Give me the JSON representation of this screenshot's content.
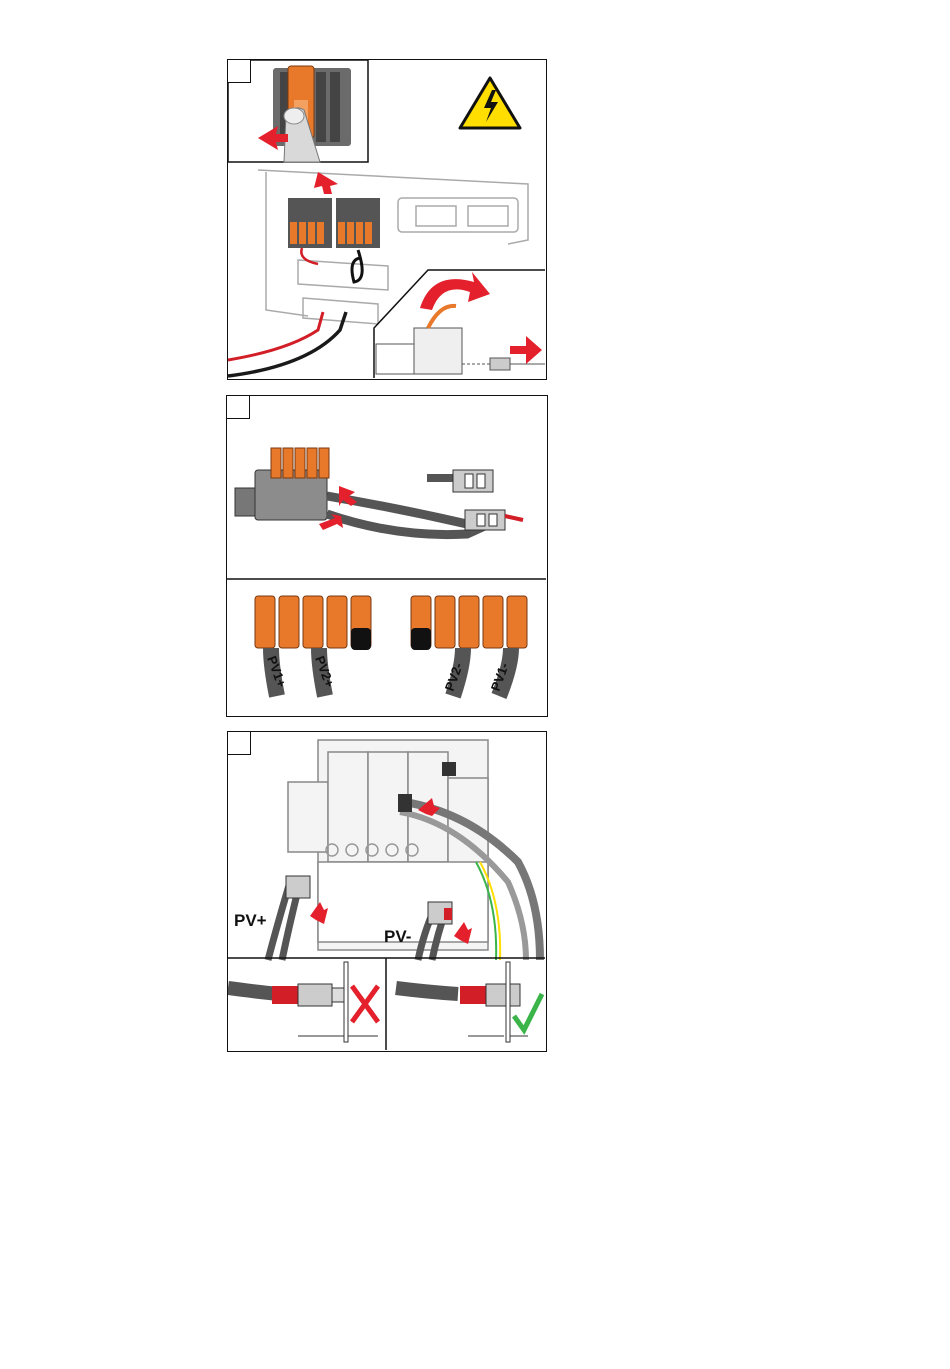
{
  "panels": [
    {
      "id": "step-1"
    },
    {
      "id": "step-2",
      "terminal_labels": [
        "PV1+",
        "PV2+",
        "PV2-",
        "PV1-"
      ]
    },
    {
      "id": "step-3",
      "labels": {
        "pv_plus": "PV+",
        "pv_minus": "PV-"
      }
    }
  ],
  "colors": {
    "orange": "#e8782a",
    "grey_connector": "#8c8c8c",
    "red_arrow": "#e3202b",
    "warning_yellow": "#ffde00",
    "check_green": "#3bb54a",
    "wire_red": "#d21e26",
    "wire_black": "#1a1a1a"
  },
  "icons": [
    "high-voltage-warning-icon",
    "cross-mark-icon",
    "check-mark-icon"
  ]
}
